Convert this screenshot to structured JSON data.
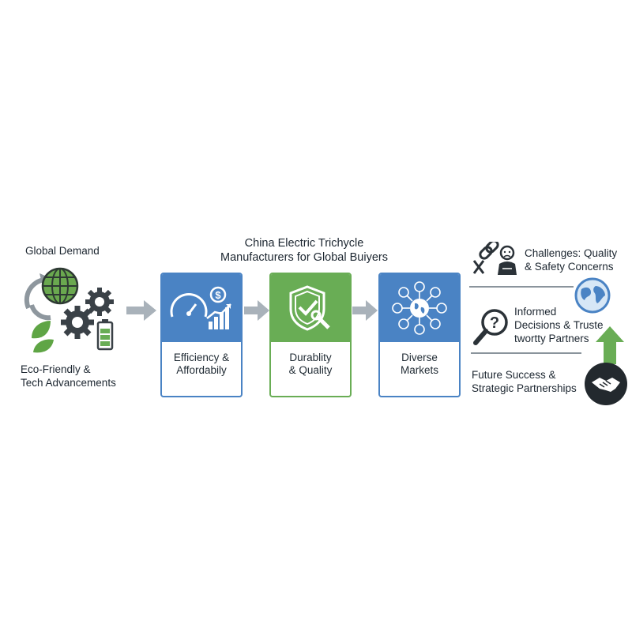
{
  "title_lines": [
    "China Electric Trichycle",
    "Manufacturers for Global Buiyers"
  ],
  "left": {
    "top_label": "Global Demand",
    "bottom_label_lines": [
      "Eco-Friendly &",
      "Tech Advancements"
    ]
  },
  "cards": [
    {
      "label_lines": [
        "Efficiency &",
        "Affordabily"
      ],
      "color": "#4a83c4"
    },
    {
      "label_lines": [
        "Durablity",
        "& Quality"
      ],
      "color": "#69ad55"
    },
    {
      "label_lines": [
        "Diverse",
        "Markets"
      ],
      "color": "#4a83c4"
    }
  ],
  "right": {
    "challenges_lines": [
      "Challenges: Quality",
      "& Safety Concerns"
    ],
    "informed_lines": [
      "Informed",
      "Decisions & Truste",
      "twortty Partners"
    ],
    "future_lines": [
      "Future Success &",
      "Strategic Partnerships"
    ]
  },
  "colors": {
    "blue": "#4a83c4",
    "green": "#69ad55",
    "arrow_gray": "#a9b2ba",
    "dark": "#2b3238"
  }
}
